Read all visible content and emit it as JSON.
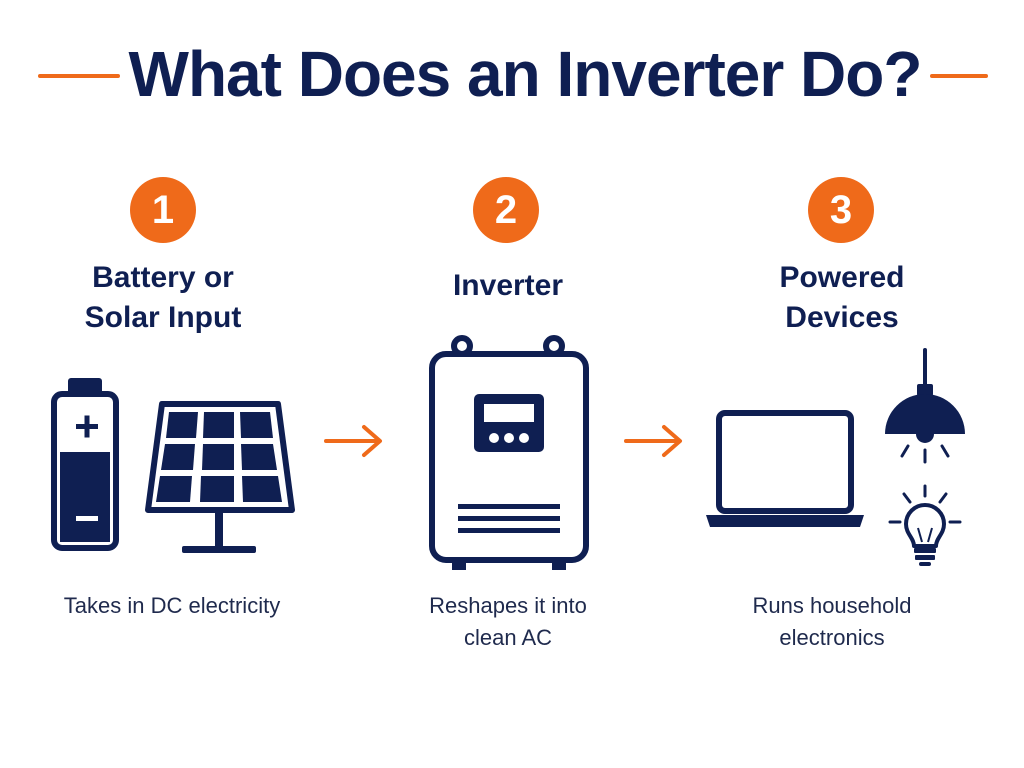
{
  "title": "What Does an Inverter Do?",
  "colors": {
    "accent": "#ef6a1a",
    "navy": "#0f1f52",
    "background": "#ffffff"
  },
  "steps": [
    {
      "number": "1",
      "title_lines": [
        "Battery or",
        "Solar Input"
      ],
      "description_lines": [
        "Takes in DC electricity"
      ],
      "icons": [
        "battery-icon",
        "solar-panel-icon"
      ]
    },
    {
      "number": "2",
      "title_lines": [
        "Inverter"
      ],
      "description_lines": [
        "Reshapes it into",
        "clean AC"
      ],
      "icons": [
        "inverter-icon"
      ]
    },
    {
      "number": "3",
      "title_lines": [
        "Powered",
        "Devices"
      ],
      "description_lines": [
        "Runs household",
        "electronics"
      ],
      "icons": [
        "laptop-icon",
        "pendant-lamp-icon",
        "light-bulb-icon"
      ]
    }
  ],
  "arrows": [
    "arrow-right-icon",
    "arrow-right-icon"
  ]
}
